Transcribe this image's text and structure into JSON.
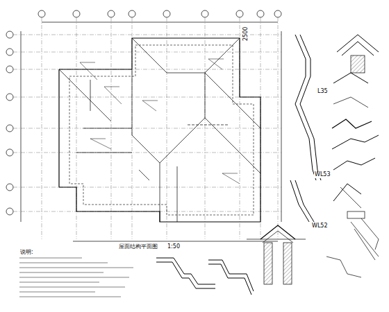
{
  "diagram": {
    "title": "屋面结构平面图",
    "caption": "1:50",
    "labels": [
      "L35",
      "WL53",
      "WL52",
      "2500",
      "说明:"
    ]
  }
}
